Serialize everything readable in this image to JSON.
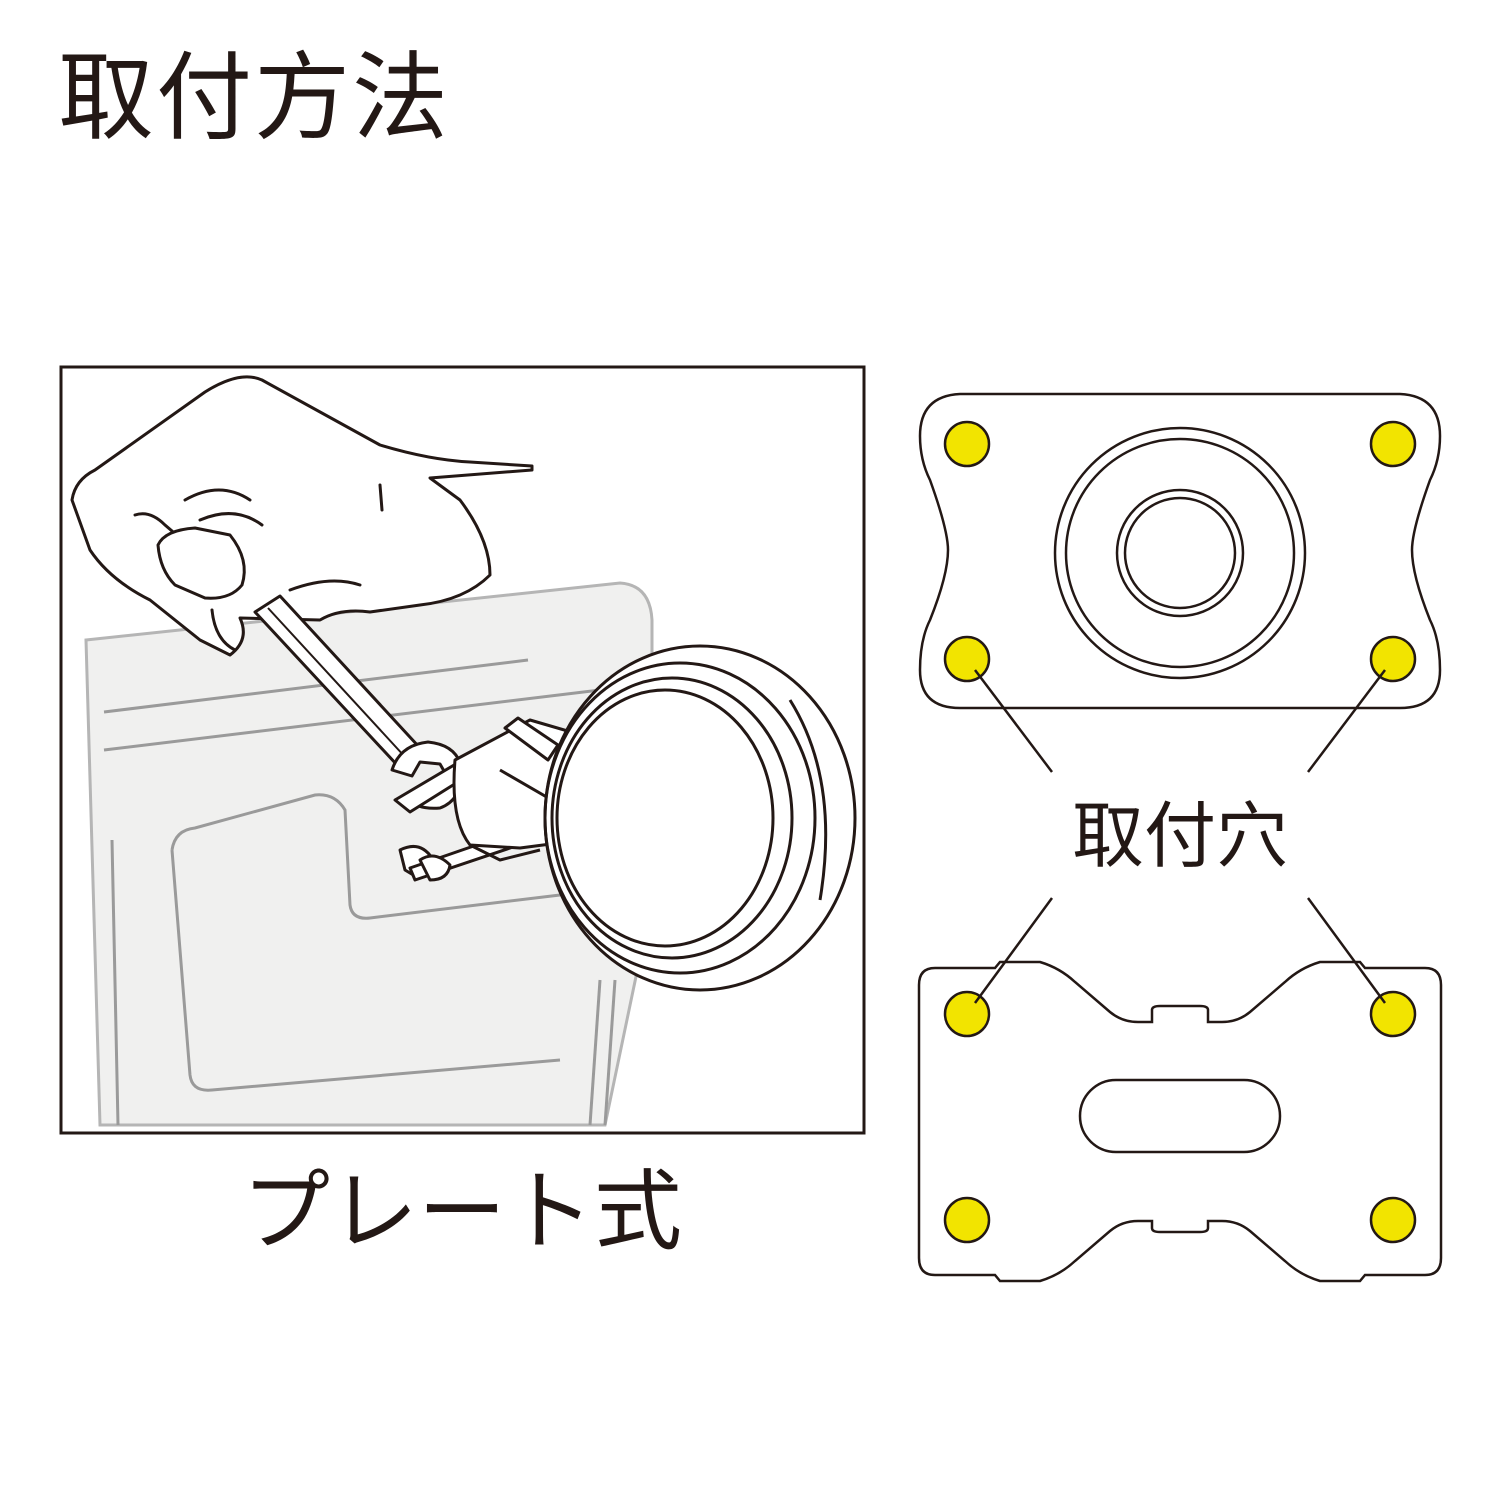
{
  "title": "取付方法",
  "plate_caption": "プレート式",
  "hole_caption": "取付穴",
  "colors": {
    "line": "#231815",
    "hole_fill": "#f2e400",
    "background_gray": "#f0f0ef",
    "background_lines": "#9a9a9a"
  }
}
